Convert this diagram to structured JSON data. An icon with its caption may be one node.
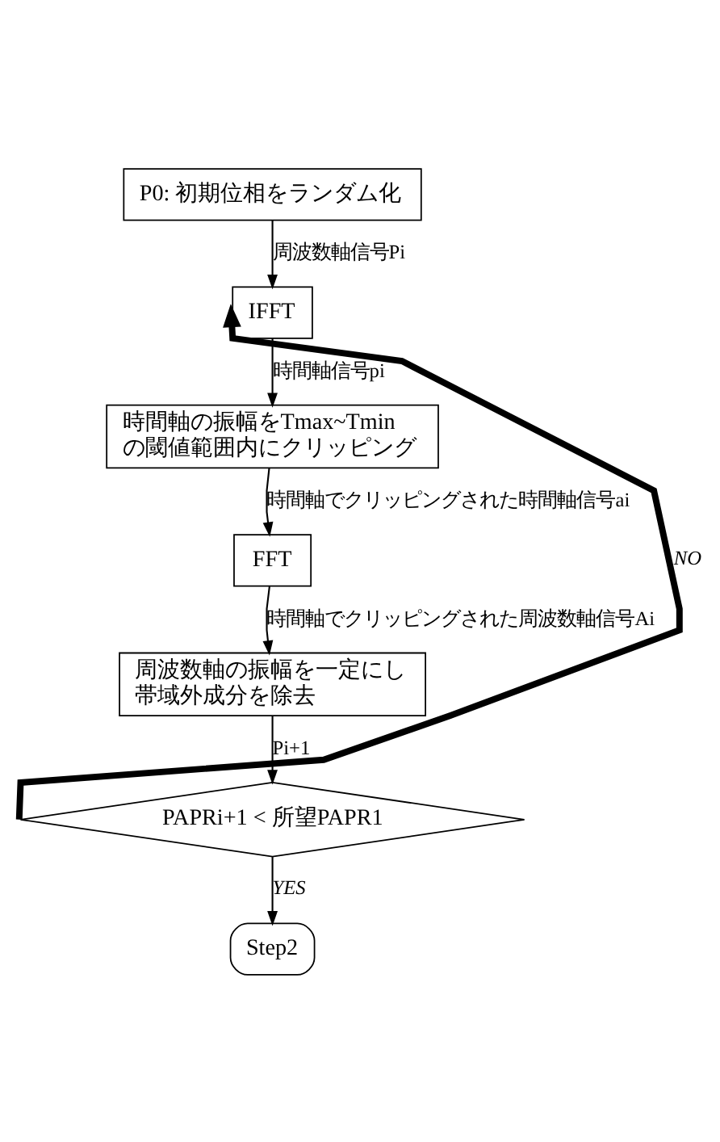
{
  "diagram": {
    "nodes": [
      {
        "text": [
          "P0: 初期位相をランダム化"
        ]
      },
      {
        "text": [
          "IFFT"
        ]
      },
      {
        "text": [
          "時間軸の振幅をTmax~Tminの閾値範囲内にクリッピング"
        ]
      },
      {
        "text": [
          "FFT"
        ]
      },
      {
        "text": [
          "周波数軸の振幅を一定にし帯域外成分を除去"
        ]
      },
      {
        "text": [
          "PAPRi+1 < 所望PAPR1"
        ]
      },
      {
        "text": [
          "Step2"
        ]
      }
    ],
    "edges": [
      {
        "from": 0,
        "to": 1,
        "arrow": "to",
        "label": "周波数軸信号Pi"
      },
      {
        "from": 1,
        "to": 2,
        "arrow": "to",
        "label": "時間軸信号pi"
      },
      {
        "from": 2,
        "to": 3,
        "arrow": "to",
        "label": "時間軸でクリッピングされた時間軸信号ai"
      },
      {
        "from": 3,
        "to": 4,
        "arrow": "to",
        "label": "時間軸でクリッピングされた周波数軸信号Ai"
      },
      {
        "from": 4,
        "to": 5,
        "arrow": "to",
        "label": "Pi+1"
      },
      {
        "from": 5,
        "to": 1,
        "arrow": "to",
        "label": "NO",
        "style": "thick"
      },
      {
        "from": 5,
        "to": 6,
        "arrow": "to",
        "label": "YES"
      }
    ]
  }
}
